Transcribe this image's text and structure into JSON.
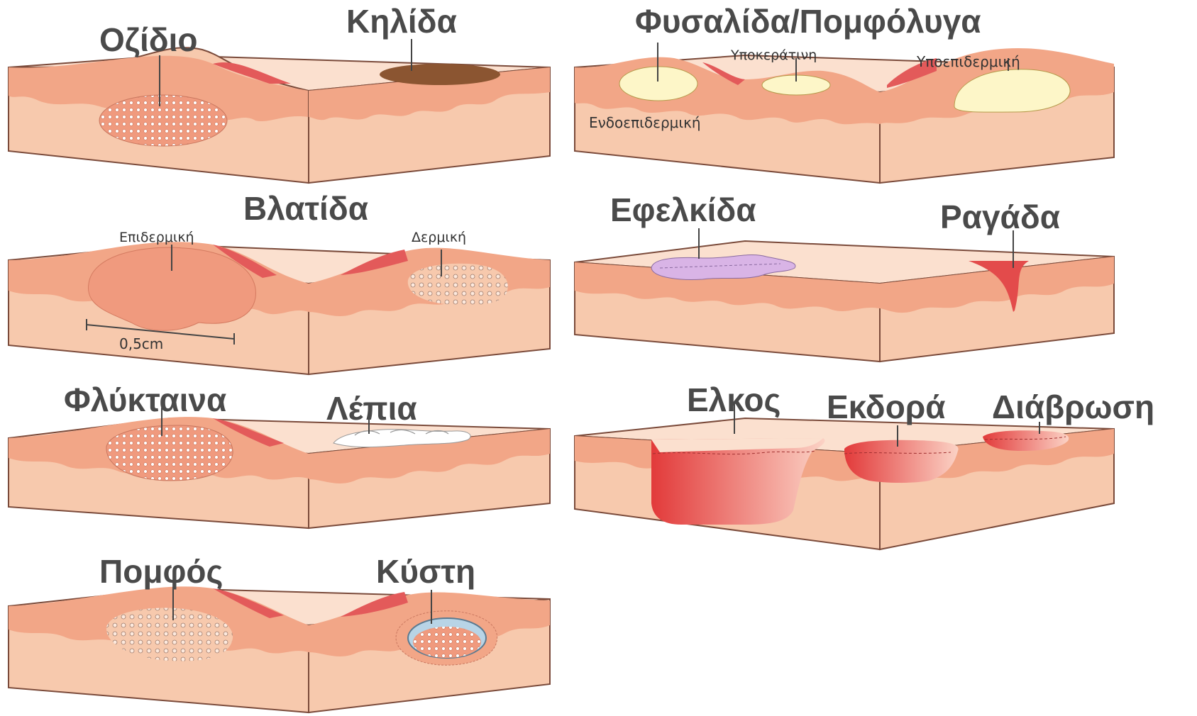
{
  "colors": {
    "top": "#fbe0cf",
    "side": "#f7c9ad",
    "epidermis": "#f2a687",
    "edge": "#7a4a3a",
    "red": "#e35a5a",
    "vesicle": "#fdf6c8",
    "macule": "#8b5531",
    "crust": "#d9b4e6",
    "pustule": "#f08f75",
    "scale": "#ffffff",
    "ulcer": "#e34b4b"
  },
  "panels": {
    "macule": {
      "title": "Οζίδιο",
      "label2": "Κηλίδα"
    },
    "vesicle": {
      "title": "Φυσαλίδα/Πομφόλυγα",
      "sub_subcorneal": "Υποκεράτινη",
      "sub_subepidermal": "Υποεπιδερμική",
      "sub_intraepidermal": "Ενδοεπιδερμική"
    },
    "papule": {
      "title": "Βλατίδα",
      "sub_epidermal": "Επιδερμική",
      "sub_dermal": "Δερμική",
      "scale": "0,5cm"
    },
    "crust": {
      "title": "Εφελκίδα",
      "label2": "Ραγάδα"
    },
    "pustule": {
      "title": "Φλύκταινα",
      "label2": "Λέπια"
    },
    "ulcer": {
      "title": "Ελκος",
      "label2": "Εκδορά",
      "label3": "Διάβρωση"
    },
    "wheal": {
      "title": "Πομφός",
      "label2": "Κύστη"
    }
  }
}
